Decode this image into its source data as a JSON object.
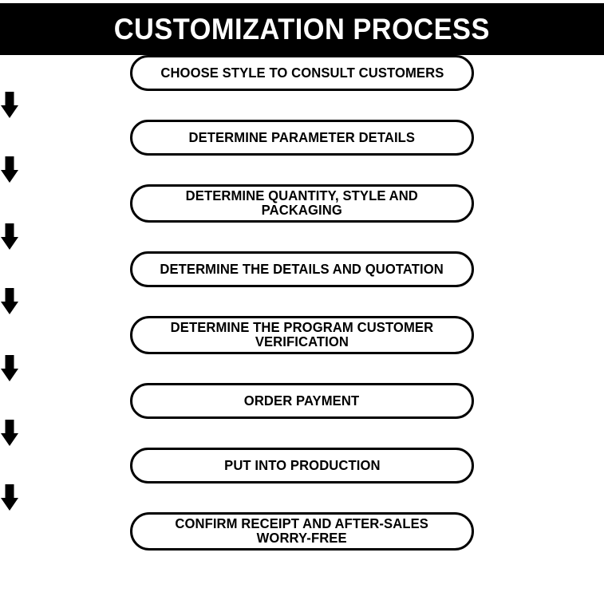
{
  "header": {
    "title": "CUSTOMIZATION PROCESS",
    "background_color": "#000000",
    "text_color": "#FFFFFF"
  },
  "diagram": {
    "type": "flowchart",
    "orientation": "vertical",
    "node_shape": "rounded-rectangle",
    "connector": "down-arrow",
    "stroke_color": "#000000",
    "fill_color": "#FFFFFF",
    "steps": [
      {
        "index": 1,
        "label": "CHOOSE STYLE TO CONSULT CUSTOMERS",
        "lines": 1
      },
      {
        "index": 2,
        "label": "DETERMINE PARAMETER DETAILS",
        "lines": 1
      },
      {
        "index": 3,
        "label": "DETERMINE QUANTITY, STYLE AND\nPACKAGING",
        "lines": 2
      },
      {
        "index": 4,
        "label": "DETERMINE THE DETAILS AND QUOTATION",
        "lines": 1
      },
      {
        "index": 5,
        "label": "DETERMINE THE PROGRAM CUSTOMER\nVERIFICATION",
        "lines": 2
      },
      {
        "index": 6,
        "label": "ORDER PAYMENT",
        "lines": 1
      },
      {
        "index": 7,
        "label": "PUT INTO PRODUCTION",
        "lines": 1
      },
      {
        "index": 8,
        "label": "CONFIRM RECEIPT AND AFTER-SALES\nWORRY-FREE",
        "lines": 2
      }
    ],
    "arrow_count": 7
  }
}
